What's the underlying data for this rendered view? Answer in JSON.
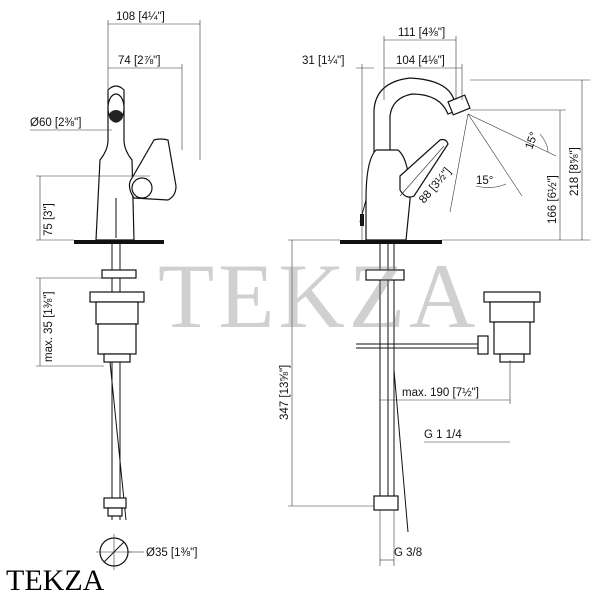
{
  "brand": {
    "logo_text": "TEKZA",
    "watermark_text": "TEKZA"
  },
  "dimensions": {
    "side_top_width": "108 [4¼\"]",
    "side_inner_width": "74 [2⅞\"]",
    "spout_diameter": "Ø60 [2⅜\"]",
    "side_height": "75 [3\"]",
    "max_drain_height": "max. 35 [1⅜\"]",
    "base_diameter": "Ø35 [1⅜\"]",
    "front_offset": "31 [1¼\"]",
    "front_overall_width": "111 [4⅜\"]",
    "front_projection": "104 [4⅛\"]",
    "spout_angle_top": "15°",
    "spout_angle_bottom": "15°",
    "spout_clearance": "88 [3½\"]",
    "spout_height": "166 [6½\"]",
    "overall_height": "218 [8⅝\"]",
    "drain_length": "347 [13⅝\"]",
    "rod_max_length": "max. 190 [7½\"]",
    "drain_thread": "G 1 1/4",
    "supply_thread": "G 3/8"
  }
}
